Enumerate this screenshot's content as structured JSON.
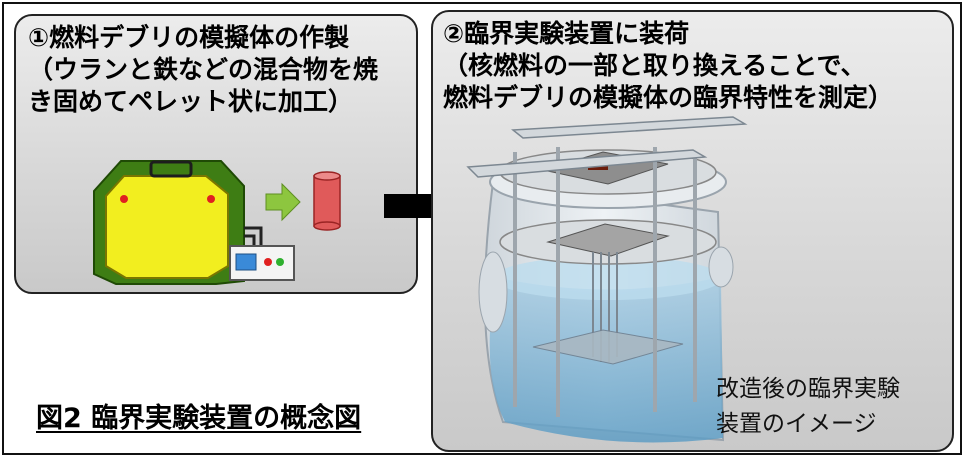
{
  "panel1": {
    "lines": [
      "①燃料デブリの模擬体の作製",
      "（ウランと鉄などの混合物を焼",
      "き固めてペレット状に加工）"
    ]
  },
  "panel2": {
    "lines": [
      "②臨界実験装置に装荷",
      "（核燃料の一部と取り換えることで、",
      "燃料デブリの模擬体の臨界特性を測定）"
    ]
  },
  "figure_title": "図2 臨界実験装置の概念図",
  "image_caption": [
    "改造後の臨界実験",
    "装置のイメージ"
  ],
  "colors": {
    "press_green": "#3e7d14",
    "press_yellow": "#f2ee1f",
    "arrow_green": "#8dc63f",
    "pellet_red": "#e05a5a",
    "water_blue": "#7fb3d1"
  }
}
